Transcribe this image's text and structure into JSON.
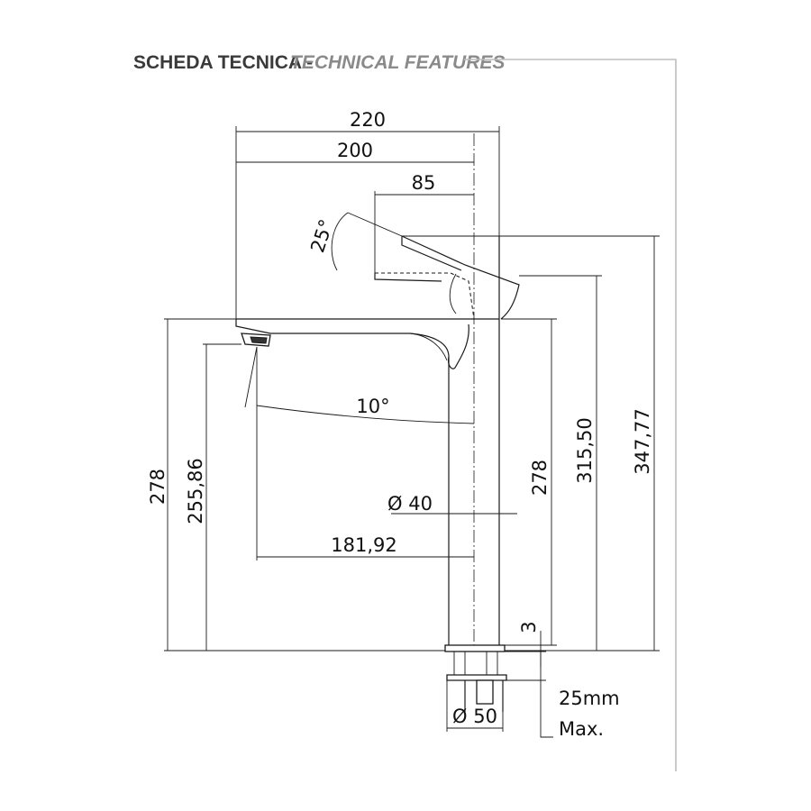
{
  "header": {
    "title_main": "SCHEDA TECNICA -",
    "title_sub": "TECHNICAL FEATURES"
  },
  "dimensions": {
    "width_total": "220",
    "width_spout": "200",
    "width_lever": "85",
    "lever_angle": "25°",
    "spout_angle": "10°",
    "height_left_outer": "278",
    "height_left_inner": "255,86",
    "height_right_body": "278",
    "height_lever_base": "315,50",
    "height_lever_top": "347,77",
    "body_diameter": "Ø 40",
    "spout_reach": "181,92",
    "base_thickness": "3",
    "base_diameter": "Ø 50",
    "deck_max_line1": "25mm",
    "deck_max_line2": "Max."
  }
}
